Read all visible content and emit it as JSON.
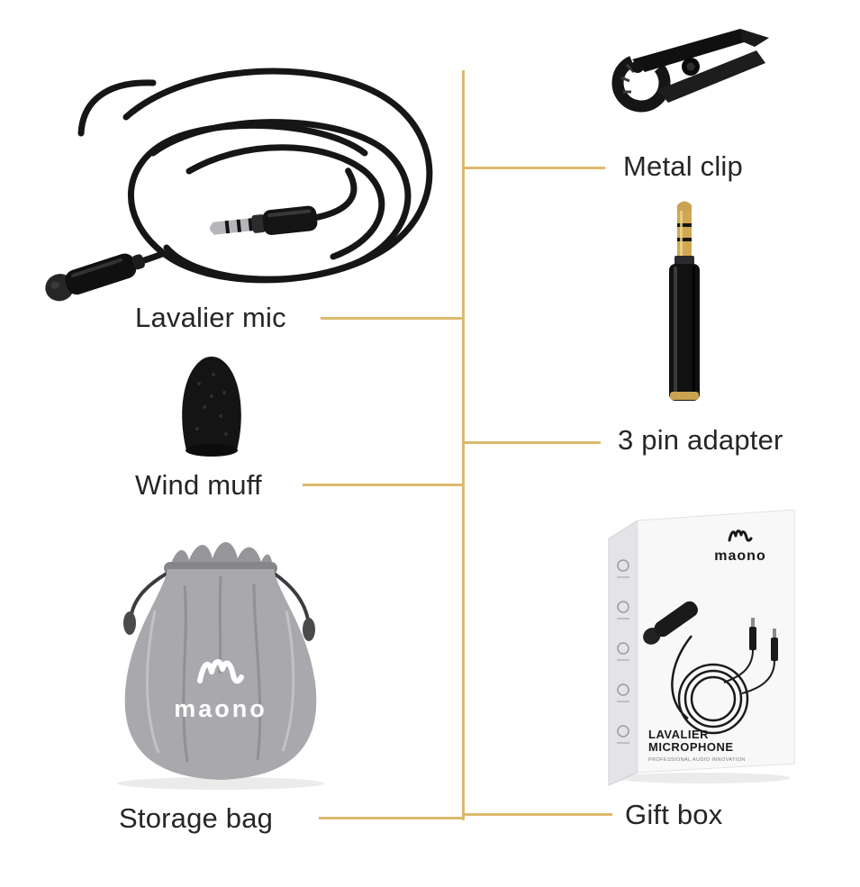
{
  "colors": {
    "accent": "#dcba6c",
    "text": "#262626",
    "bag_gray": "#a9a9ad",
    "gold_plug": "#c9a351"
  },
  "items": {
    "lavalier_mic": {
      "label": "Lavalier mic"
    },
    "metal_clip": {
      "label": "Metal clip"
    },
    "wind_muff": {
      "label": "Wind muff"
    },
    "pin_adapter": {
      "label": "3 pin adapter"
    },
    "storage_bag": {
      "label": "Storage bag",
      "brand": "maono"
    },
    "gift_box": {
      "label": "Gift box",
      "brand": "maono",
      "box_title_line1": "LAVALIER",
      "box_title_line2": "MICROPHONE",
      "box_subtitle": "PROFESSIONAL AUDIO INNOVATION"
    }
  }
}
